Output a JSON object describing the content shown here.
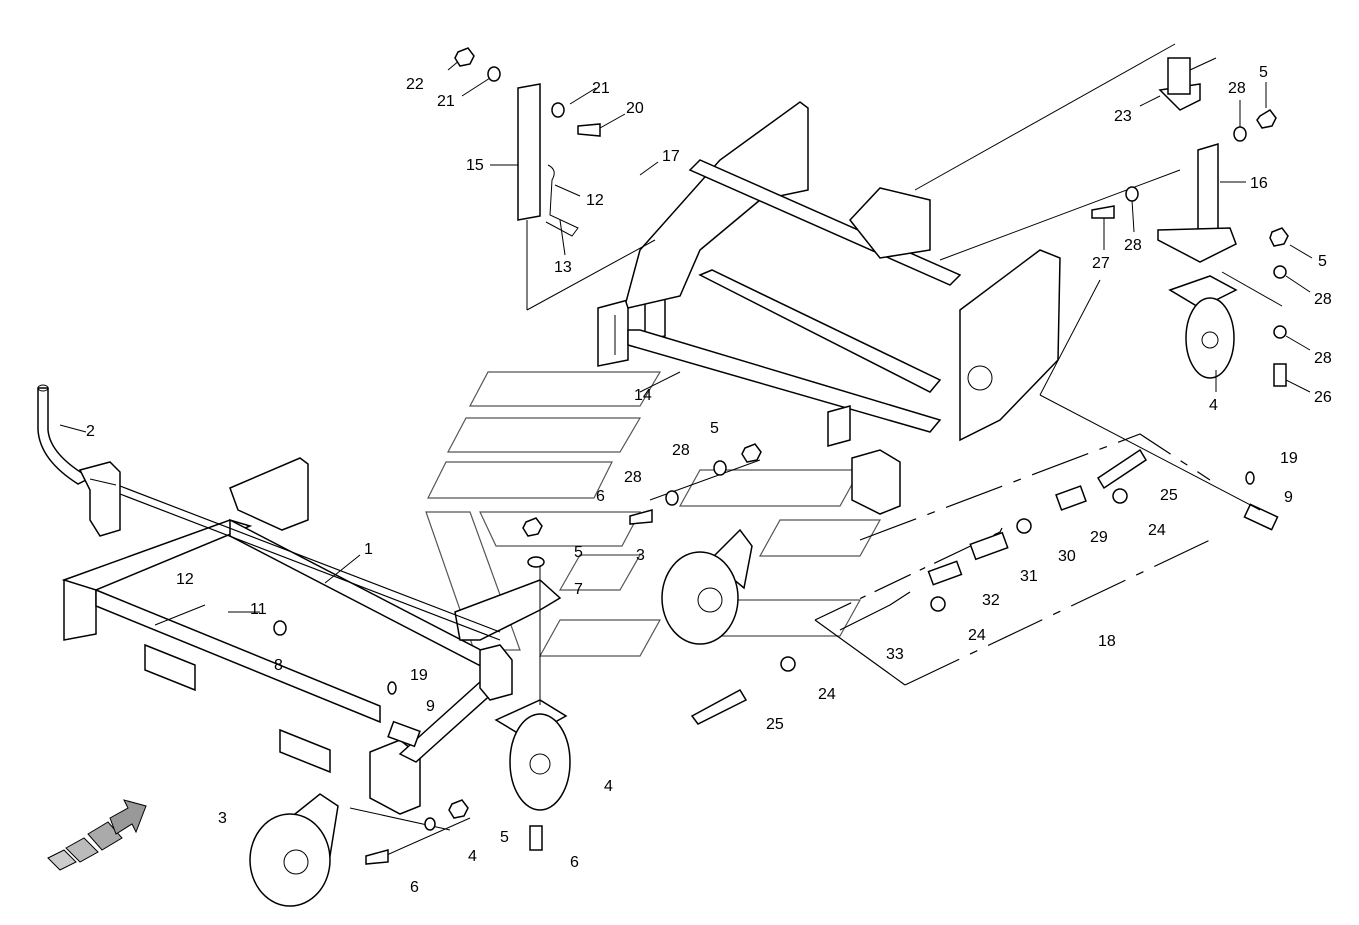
{
  "diagram": {
    "part_labels": [
      {
        "id": "p22a",
        "text": "22"
      },
      {
        "id": "p21a",
        "text": "21"
      },
      {
        "id": "p21b",
        "text": "21"
      },
      {
        "id": "p20",
        "text": "20"
      },
      {
        "id": "p15",
        "text": "15"
      },
      {
        "id": "p17",
        "text": "17"
      },
      {
        "id": "p12a",
        "text": "12"
      },
      {
        "id": "p13",
        "text": "13"
      },
      {
        "id": "p14",
        "text": "14"
      },
      {
        "id": "p23",
        "text": "23"
      },
      {
        "id": "p28a",
        "text": "28"
      },
      {
        "id": "p5a",
        "text": "5"
      },
      {
        "id": "p16",
        "text": "16"
      },
      {
        "id": "p27",
        "text": "27"
      },
      {
        "id": "p28b",
        "text": "28"
      },
      {
        "id": "p5b",
        "text": "5"
      },
      {
        "id": "p28c",
        "text": "28"
      },
      {
        "id": "p28d",
        "text": "28"
      },
      {
        "id": "p26",
        "text": "26"
      },
      {
        "id": "p4a",
        "text": "4"
      },
      {
        "id": "p2",
        "text": "2"
      },
      {
        "id": "p28e",
        "text": "28"
      },
      {
        "id": "p5c",
        "text": "5"
      },
      {
        "id": "p28f",
        "text": "28"
      },
      {
        "id": "p6a",
        "text": "6"
      },
      {
        "id": "p1",
        "text": "1"
      },
      {
        "id": "p5d",
        "text": "5"
      },
      {
        "id": "p7",
        "text": "7"
      },
      {
        "id": "p3a",
        "text": "3"
      },
      {
        "id": "p12b",
        "text": "12"
      },
      {
        "id": "p11",
        "text": "11"
      },
      {
        "id": "p8",
        "text": "8"
      },
      {
        "id": "p19a",
        "text": "19"
      },
      {
        "id": "p9a",
        "text": "9"
      },
      {
        "id": "p19b",
        "text": "19"
      },
      {
        "id": "p9b",
        "text": "9"
      },
      {
        "id": "p25a",
        "text": "25"
      },
      {
        "id": "p29",
        "text": "29"
      },
      {
        "id": "p24a",
        "text": "24"
      },
      {
        "id": "p30",
        "text": "30"
      },
      {
        "id": "p31",
        "text": "31"
      },
      {
        "id": "p32",
        "text": "32"
      },
      {
        "id": "p24b",
        "text": "24"
      },
      {
        "id": "p33",
        "text": "33"
      },
      {
        "id": "p18",
        "text": "18"
      },
      {
        "id": "p24c",
        "text": "24"
      },
      {
        "id": "p25b",
        "text": "25"
      },
      {
        "id": "p4b",
        "text": "4"
      },
      {
        "id": "p3b",
        "text": "3"
      },
      {
        "id": "p5e",
        "text": "5"
      },
      {
        "id": "p4c",
        "text": "4"
      },
      {
        "id": "p6b",
        "text": "6"
      },
      {
        "id": "p6c",
        "text": "6"
      }
    ],
    "direction_arrow_icon": "forward-arrow-icon",
    "watermark_icon": "logo-watermark-icon",
    "line_color": "#000000",
    "background_color": "#ffffff"
  }
}
